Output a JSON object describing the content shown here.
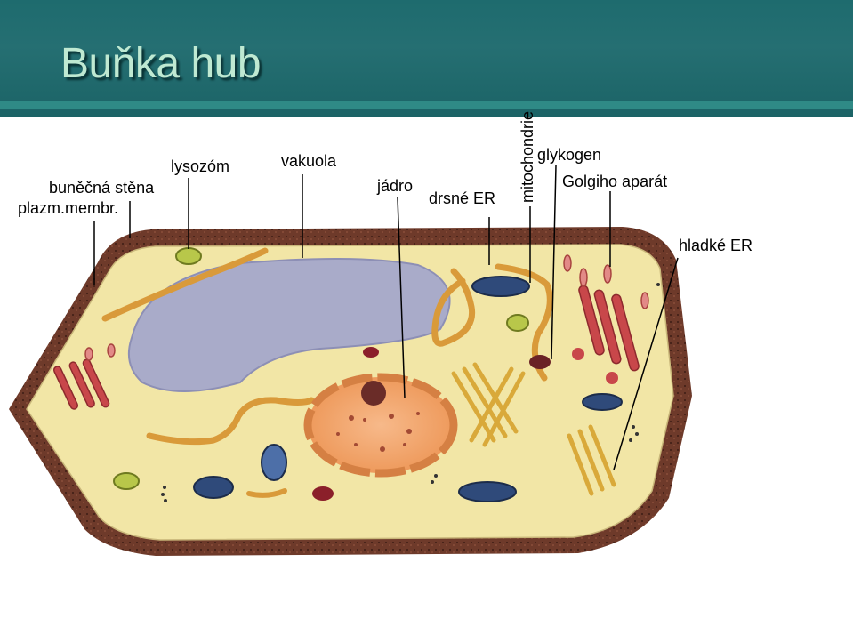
{
  "slide": {
    "title": "Buňka hub"
  },
  "labels": {
    "cell_wall": "buněčná stěna",
    "plasma_membrane": "plazm.membr.",
    "lysosome": "lysozóm",
    "vacuole": "vakuola",
    "nucleus": "jádro",
    "rough_er": "drsné ER",
    "mitochondria": "mitochondrie",
    "glycogen": "glykogen",
    "golgi": "Golgiho aparát",
    "smooth_er": "hladké ER"
  },
  "colors": {
    "header": "#1e6b6e",
    "title_text": "#bfe9d2",
    "cell_wall": "#6e3a2a",
    "cytoplasm": "#f2e6a6",
    "vacuole": "#a9abc9",
    "nucleus": "#f2a86a",
    "mitochondria": "#c8474a",
    "er": "#d99a3a"
  }
}
